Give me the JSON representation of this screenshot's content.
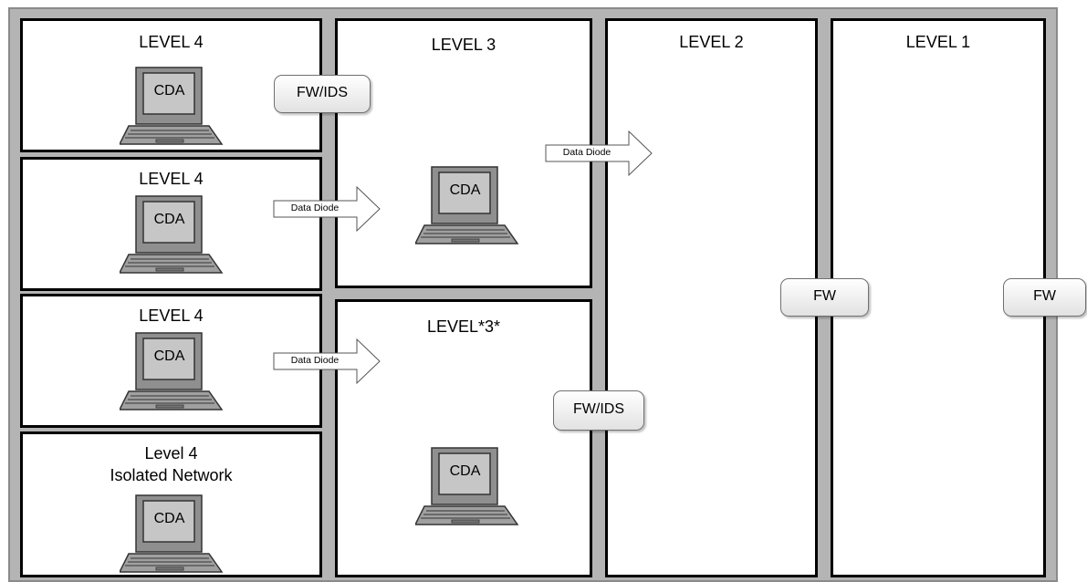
{
  "zones": {
    "l4a": {
      "title": "LEVEL 4"
    },
    "l4b": {
      "title": "LEVEL 4"
    },
    "l4c": {
      "title": "LEVEL 4"
    },
    "l4d": {
      "title_line1": "Level 4",
      "title_line2": "Isolated Network"
    },
    "l3": {
      "title": "LEVEL 3"
    },
    "l3s": {
      "title": "LEVEL*3*"
    },
    "l2": {
      "title": "LEVEL 2"
    },
    "l1": {
      "title": "LEVEL 1"
    }
  },
  "device_label": "CDA",
  "boundary_devices": {
    "fw_ids_1": "FW/IDS",
    "fw_ids_2": "FW/IDS",
    "fw_1": "FW",
    "fw_2": "FW"
  },
  "diodes": {
    "d1": "Data Diode",
    "d2": "Data Diode",
    "d3": "Data Diode"
  }
}
